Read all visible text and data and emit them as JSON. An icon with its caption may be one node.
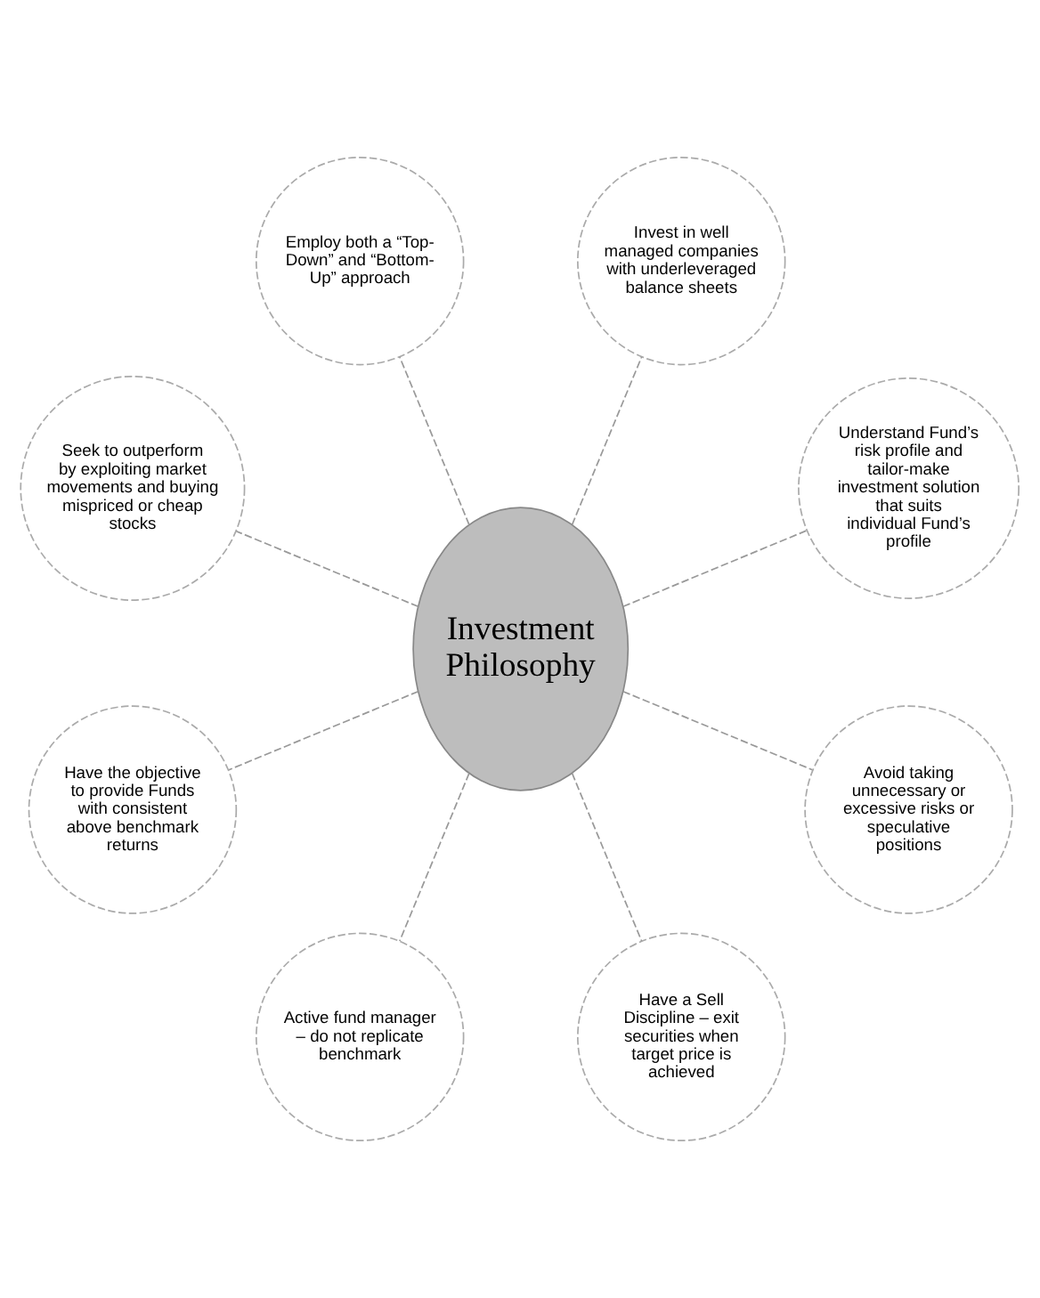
{
  "diagram": {
    "nodes": [
      {
        "text": [
          "Investment Philosophy"
        ]
      },
      {
        "text": [
          "Understand Fund’s risk profile and tailor-make investment solution that suits individual Fund’s profile"
        ]
      },
      {
        "text": [
          "Invest in well managed companies with underleveraged balance sheets"
        ]
      },
      {
        "text": [
          "Employ both a “Top-Down” and “Bottom-Up” approach"
        ]
      },
      {
        "text": [
          "Seek to outperform by exploiting market movements and buying mispriced or cheap stocks"
        ]
      },
      {
        "text": [
          "Have the objective to provide Funds with consistent above benchmark returns"
        ]
      },
      {
        "text": [
          "Active fund manager – do not replicate benchmark"
        ]
      },
      {
        "text": [
          "Have a Sell Discipline – exit securities when target price is achieved"
        ]
      },
      {
        "text": [
          "Avoid taking unnecessary or excessive risks or speculative positions"
        ]
      }
    ],
    "edges": [
      {
        "from": 0,
        "to": 1,
        "arrow": "none",
        "style": "dashed"
      },
      {
        "from": 0,
        "to": 2,
        "arrow": "none",
        "style": "dashed"
      },
      {
        "from": 0,
        "to": 4,
        "arrow": "none",
        "style": "dashed"
      },
      {
        "from": 0,
        "to": 6,
        "arrow": "none",
        "style": "dashed"
      },
      {
        "from": 0,
        "to": 8,
        "arrow": "none",
        "style": "dashed"
      },
      {
        "from": 0,
        "to": 7,
        "arrow": "none",
        "style": "dashed"
      },
      {
        "from": 0,
        "to": 5,
        "arrow": "none",
        "style": "dashed"
      },
      {
        "from": 0,
        "to": 3,
        "arrow": "none",
        "style": "dashed"
      }
    ]
  }
}
